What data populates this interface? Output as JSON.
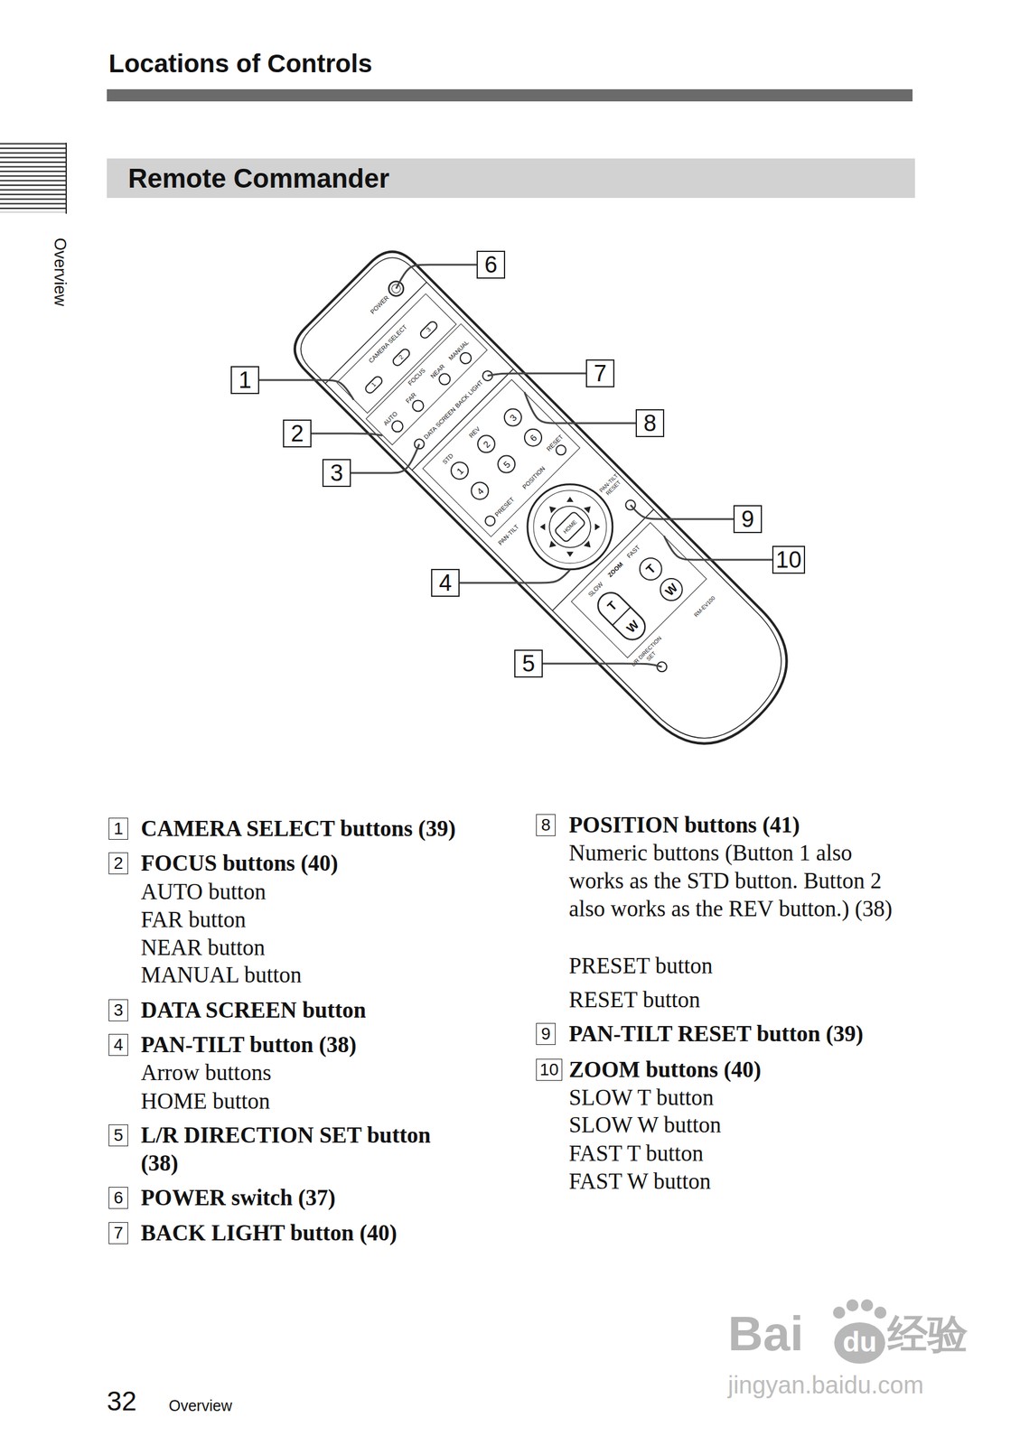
{
  "diagram": {
    "title": "Locations of Controls",
    "nodes": [
      {
        "text": [
          "Remote Commander"
        ]
      },
      {
        "text": [
          "1"
        ]
      },
      {
        "text": [
          "2"
        ]
      },
      {
        "text": [
          "3"
        ]
      },
      {
        "text": [
          "4"
        ]
      },
      {
        "text": [
          "5"
        ]
      },
      {
        "text": [
          "6"
        ]
      },
      {
        "text": [
          "7"
        ]
      },
      {
        "text": [
          "8"
        ]
      },
      {
        "text": [
          "9"
        ]
      },
      {
        "text": [
          "10"
        ]
      },
      {
        "text": [
          "CAMERA SELECT"
        ]
      },
      {
        "text": [
          "1"
        ],
        "in": 11
      },
      {
        "text": [
          "2"
        ],
        "in": 11
      },
      {
        "text": [
          "3"
        ],
        "in": 11
      },
      {
        "text": [
          "FOCUS",
          "AUTO",
          "FAR",
          "NEAR",
          "MANUAL"
        ]
      },
      {
        "text": [
          "STD",
          "REV",
          "RESET",
          "PRESET",
          "POSITION"
        ]
      },
      {
        "text": [
          "1"
        ],
        "in": 16
      },
      {
        "text": [
          "2"
        ],
        "in": 16
      },
      {
        "text": [
          "3"
        ],
        "in": 16
      },
      {
        "text": [
          "4"
        ],
        "in": 16
      },
      {
        "text": [
          "5"
        ],
        "in": 16
      },
      {
        "text": [
          "6"
        ],
        "in": 16
      },
      {
        "text": [
          "HOME"
        ]
      },
      {
        "text": [
          "SLOW",
          "ZOOM",
          "FAST"
        ]
      },
      {
        "text": [
          "T"
        ],
        "in": 24
      },
      {
        "text": [
          "W"
        ],
        "in": 24
      },
      {
        "text": [
          "T"
        ],
        "in": 24
      },
      {
        "text": [
          "W"
        ],
        "in": 24
      },
      {
        "text": [
          "1"
        ]
      },
      {
        "text": [
          "2"
        ]
      },
      {
        "text": [
          "3"
        ]
      },
      {
        "text": [
          "4"
        ]
      },
      {
        "text": [
          "5"
        ]
      },
      {
        "text": [
          "6"
        ]
      },
      {
        "text": [
          "7"
        ]
      },
      {
        "text": [
          "8"
        ]
      },
      {
        "text": [
          "9"
        ]
      },
      {
        "text": [
          "10"
        ]
      }
    ],
    "labels": [
      "Overview",
      "POWER",
      "BACK LIGHT",
      "DATA SCREEN",
      "PAN-TILT",
      "PAN-TILT RESET",
      "RM-EV100",
      "L/R DIRECTION SET",
      "CAMERA SELECT buttons (39)",
      "FOCUS buttons (40)",
      "AUTO button",
      "FAR button",
      "NEAR button",
      "MANUAL button",
      "DATA SCREEN button",
      "PAN-TILT button (38)",
      "Arrow buttons",
      "HOME button",
      "L/R DIRECTION SET button (38)",
      "POWER switch (37)",
      "BACK LIGHT button (40)",
      "POSITION buttons (41)",
      "Numeric buttons (Button 1 also works as the STD button. Button 2 also works as the REV button.) (38)",
      "PRESET button",
      "RESET button",
      "PAN-TILT RESET button (39)",
      "ZOOM buttons (40)",
      "SLOW T button",
      "SLOW W button",
      "FAST T button",
      "FAST W button",
      "32",
      "Overview",
      "Bai",
      "du",
      "经验",
      "jingyan.baidu.com"
    ]
  }
}
